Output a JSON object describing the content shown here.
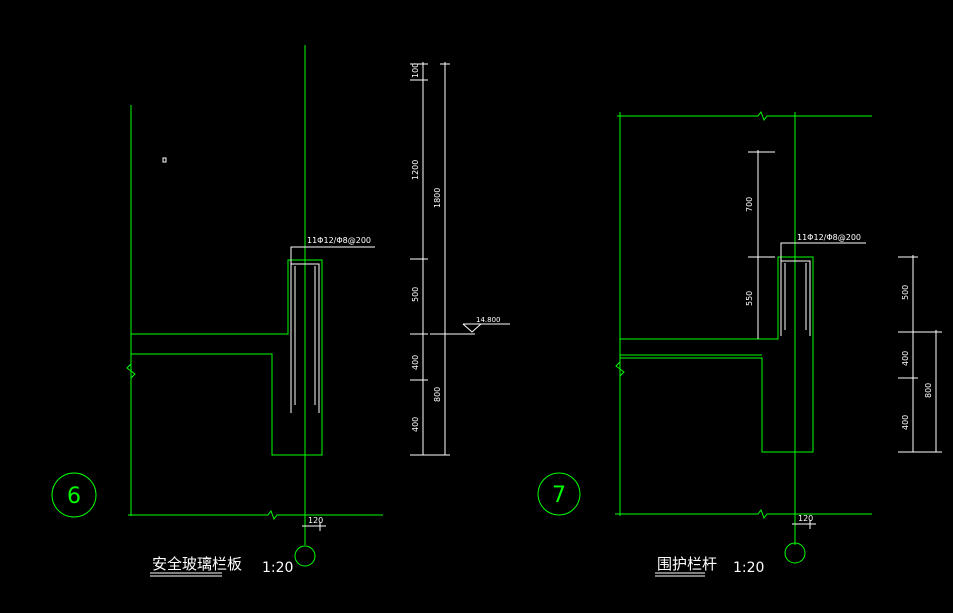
{
  "detail6": {
    "number": "6",
    "title": "安全玻璃栏板",
    "scale": "1:20",
    "rebar_note": "11Φ12/Φ8@200",
    "wall_dim": "120",
    "dims": {
      "d100": "100",
      "d1200": "1200",
      "d1800": "1800",
      "d500": "500",
      "d400a": "400",
      "d400b": "400",
      "d800": "800"
    },
    "level_mark": "14.800"
  },
  "detail7": {
    "number": "7",
    "title": "围护栏杆",
    "scale": "1:20",
    "rebar_note": "11Φ12/Φ8@200",
    "wall_dim": "120",
    "dims": {
      "d700": "700",
      "d550": "550",
      "d500": "500",
      "d400a": "400",
      "d400b": "400",
      "d800": "800"
    }
  },
  "colors": {
    "line": "#00ff00",
    "annotation": "#ffffff",
    "background": "#000000"
  }
}
